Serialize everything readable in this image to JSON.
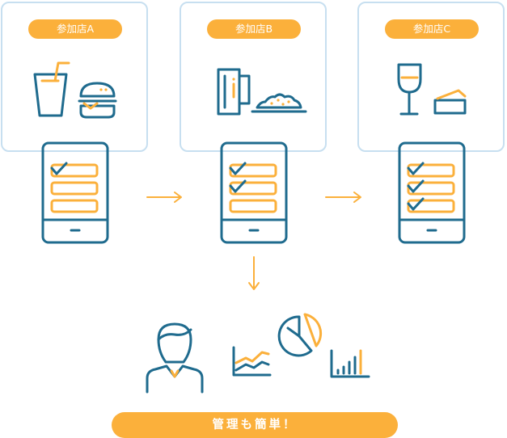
{
  "stores": [
    {
      "label": "参加店A",
      "checked_items": 1,
      "total_items": 3
    },
    {
      "label": "参加店B",
      "checked_items": 2,
      "total_items": 3
    },
    {
      "label": "参加店C",
      "checked_items": 3,
      "total_items": 3
    }
  ],
  "footer": {
    "label": "管理も簡単！"
  },
  "colors": {
    "navy": "#1f6b8e",
    "orange": "#fbb03b",
    "box_border": "#c7dff0"
  },
  "icons": {
    "store_a": [
      "drink-cup-icon",
      "hamburger-icon"
    ],
    "store_b": [
      "beer-mug-icon",
      "snack-plate-icon"
    ],
    "store_c": [
      "wine-glass-icon",
      "cake-slice-icon"
    ],
    "management": [
      "person-icon",
      "line-chart-icon",
      "pie-chart-icon",
      "bar-chart-icon"
    ]
  }
}
